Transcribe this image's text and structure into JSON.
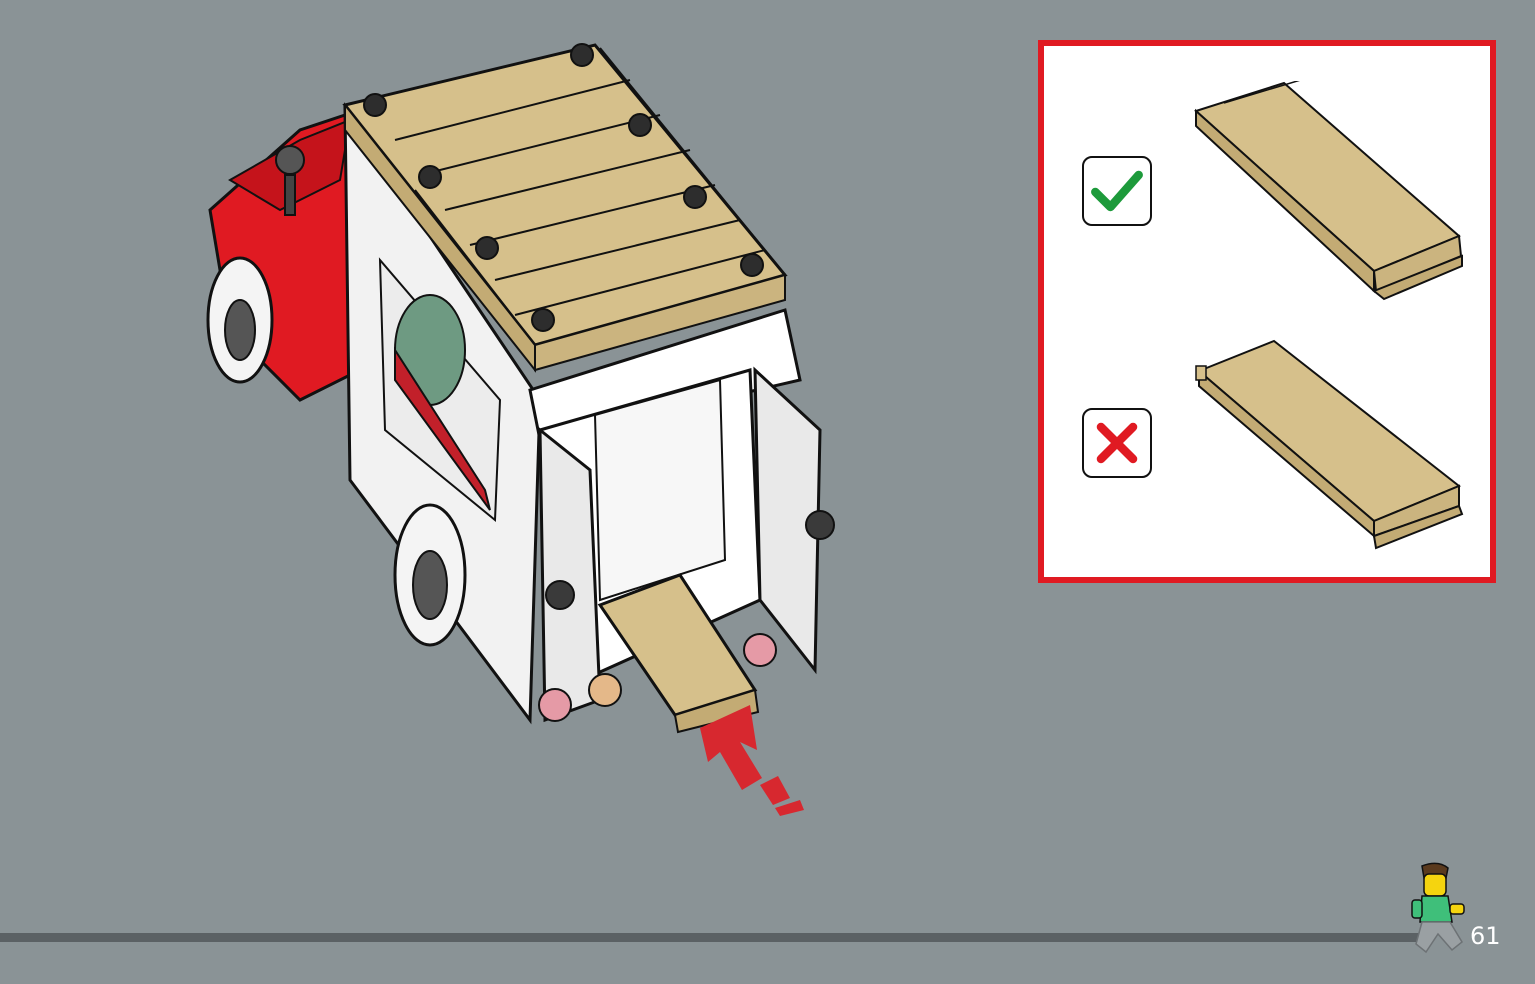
{
  "page": {
    "number": "61",
    "background": "#8a9396"
  },
  "callout": {
    "border_color": "#e01a22",
    "options": [
      {
        "status": "correct",
        "icon": "checkmark-icon",
        "color": "#1d9a3b"
      },
      {
        "status": "incorrect",
        "icon": "cross-icon",
        "color": "#e01a22"
      }
    ]
  },
  "model": {
    "truck_colors": {
      "cab": "#e01a22",
      "body": "#f2f2f2",
      "roof": "#d6c08b"
    },
    "insert_arrow": {
      "icon": "arrow-up-icon",
      "color": "#d7282f"
    }
  }
}
